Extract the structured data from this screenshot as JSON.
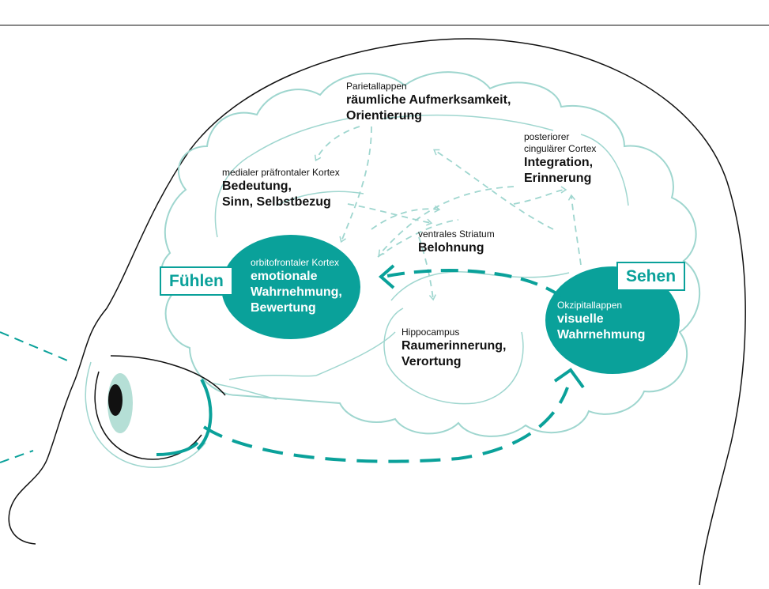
{
  "colors": {
    "teal": "#0aa19a",
    "light_teal": "#9fd6cf",
    "eye_fill": "#b5dfd6",
    "outline": "#111111"
  },
  "labels": {
    "parietal": {
      "region": "Parietallappen",
      "function_1": "räumliche Aufmerksamkeit,",
      "function_2": "Orientierung"
    },
    "mpfc": {
      "region": "medialer präfrontaler Kortex",
      "function_1": "Bedeutung,",
      "function_2": "Sinn, Selbstbezug"
    },
    "pcc": {
      "region_1": "posteriorer",
      "region_2": "cingulärer Cortex",
      "function_1": "Integration,",
      "function_2": "Erinnerung"
    },
    "striatum": {
      "region": "ventrales Striatum",
      "function_1": "Belohnung"
    },
    "ofc": {
      "region": "orbitofrontaler Kortex",
      "function_1": "emotionale",
      "function_2": "Wahrnehmung,",
      "function_3": "Bewertung"
    },
    "hippocampus": {
      "region": "Hippocampus",
      "function_1": "Raumerinnerung,",
      "function_2": "Verortung"
    },
    "occipital": {
      "region": "Okzipitallappen",
      "function_1": "visuelle",
      "function_2": "Wahrnehmung"
    }
  },
  "box_labels": {
    "feel": "Fühlen",
    "see": "Sehen"
  }
}
